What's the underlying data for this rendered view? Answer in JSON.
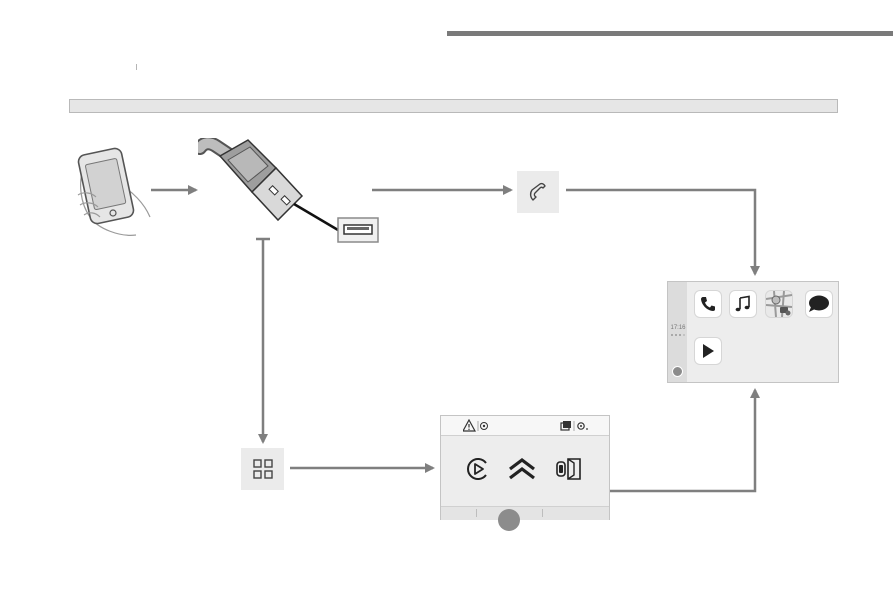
{
  "carplay": {
    "time": "17:16",
    "apps": [
      "phone",
      "music",
      "maps",
      "messages",
      "play"
    ]
  },
  "icons": {
    "smartphone": "smartphone-in-hand-icon",
    "usb_cable": "usb-plug-icon",
    "usb_port": "usb-port-icon",
    "phone_call": "phone-handset-icon",
    "app_grid": "app-grid-icon",
    "carplay_button": "carplay-play-icon",
    "car_up": "chevron-up-icon",
    "vehicle": "vehicle-settings-icon",
    "warning": "warning-icon",
    "settings": "settings-icon"
  },
  "colors": {
    "arrow": "#7f7f7f",
    "panel": "#ededed",
    "icon_box": "#ebebeb"
  }
}
